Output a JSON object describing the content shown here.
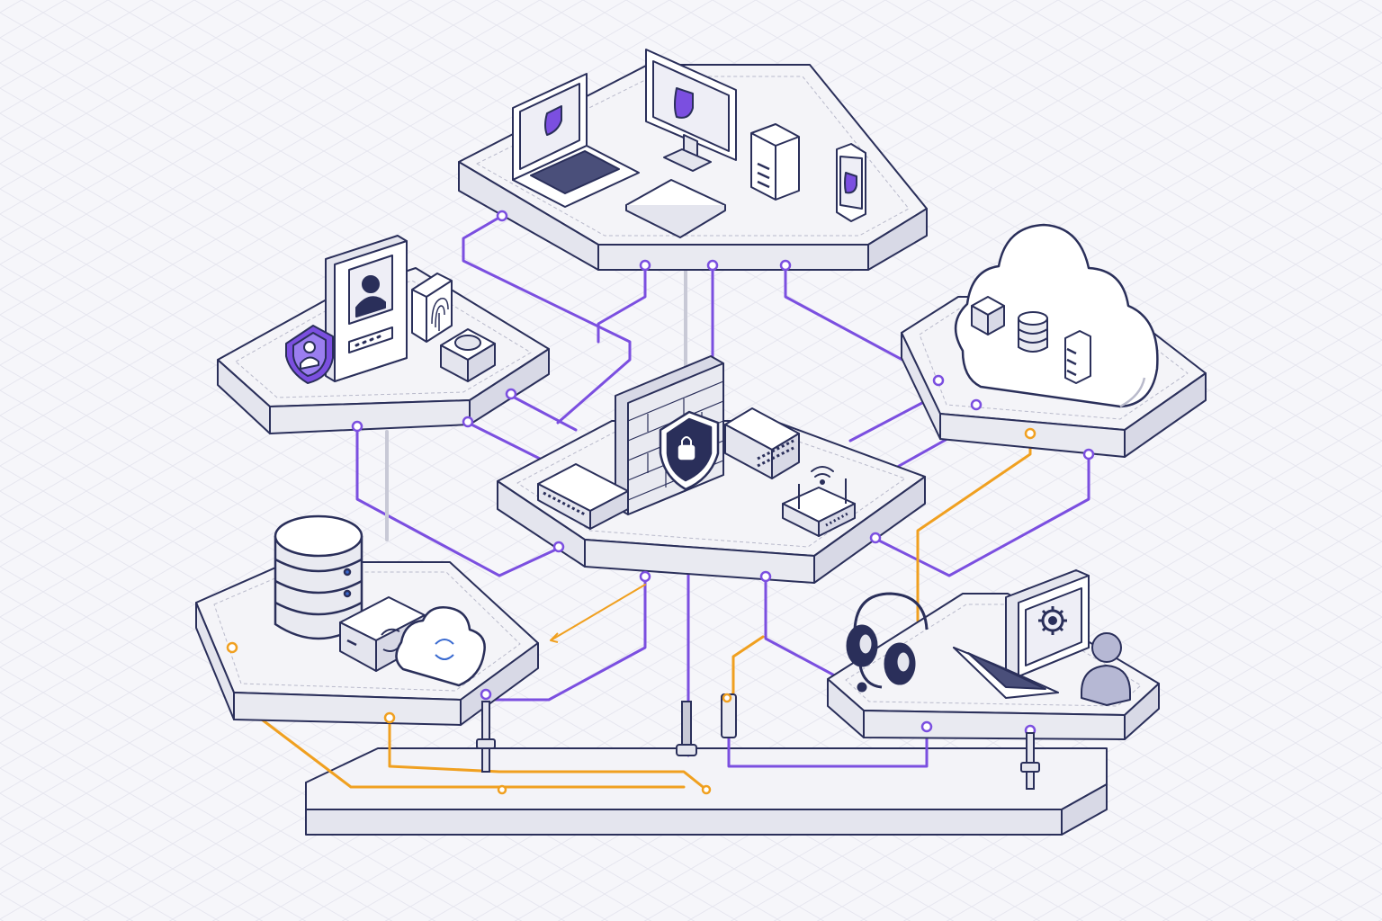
{
  "diagram": {
    "zones": [
      {
        "id": "endpoints",
        "icons": [
          "laptop-shield-icon",
          "monitor-shield-icon",
          "tower-pc-icon",
          "tablet-icon",
          "phone-shield-icon"
        ]
      },
      {
        "id": "identity",
        "icons": [
          "id-card-icon",
          "user-shield-icon",
          "fingerprint-icon",
          "token-device-icon"
        ]
      },
      {
        "id": "cloud",
        "icons": [
          "cloud-icon",
          "cube-icon",
          "database-icon",
          "server-icon"
        ]
      },
      {
        "id": "network-core",
        "icons": [
          "firewall-icon",
          "lock-shield-icon",
          "switch-icon",
          "router-icon",
          "wifi-icon"
        ]
      },
      {
        "id": "storage-backup",
        "icons": [
          "database-stack-icon",
          "sync-box-icon",
          "cloud-sync-icon"
        ]
      },
      {
        "id": "support",
        "icons": [
          "headset-icon",
          "laptop-gear-icon",
          "user-icon"
        ]
      }
    ],
    "link_colors": {
      "primary": "#7b4fe0",
      "secondary": "#f0a020"
    },
    "palette": {
      "outline": "#2a2f5a",
      "platform_top": "#f4f4f8",
      "platform_side": "#e4e5ee",
      "accent": "#7b4fe0",
      "grid": "#e6e6ef"
    }
  }
}
